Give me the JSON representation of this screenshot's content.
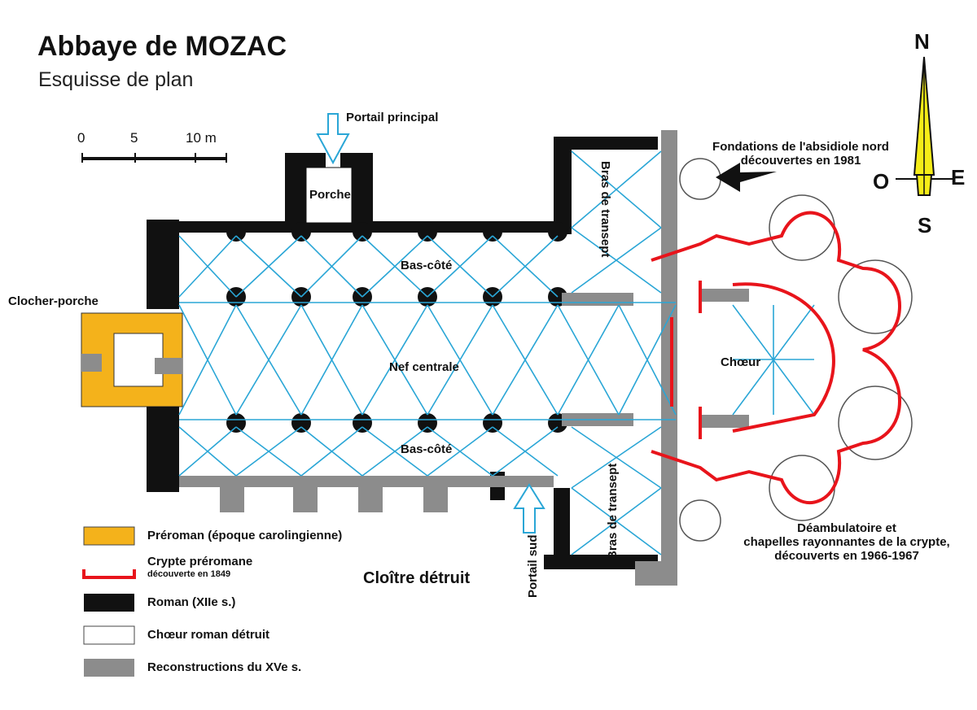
{
  "title": "Abbaye de MOZAC",
  "subtitle": "Esquisse de plan",
  "scale_bar": {
    "ticks": [
      "0",
      "5",
      "10 m"
    ]
  },
  "compass": {
    "north": "N",
    "south": "S",
    "east": "E",
    "west": "O"
  },
  "labels": {
    "portail_principal": "Portail principal",
    "porche": "Porche",
    "bas_cote_nord": "Bas-côté",
    "bas_cote_sud": "Bas-côté",
    "nef": "Nef centrale",
    "clocher": "Clocher-porche",
    "bras_transept_nord": "Bras de transept",
    "bras_transept_sud": "Bras de transept",
    "choeur": "Chœur",
    "fondations_line1": "Fondations de l'absidiole nord",
    "fondations_line2": "découvertes en 1981",
    "deambulatoire_line1": "Déambulatoire et",
    "deambulatoire_line2": "chapelles rayonnantes de la crypte,",
    "deambulatoire_line3": "découverts en 1966-1967",
    "portail_sud": "Portail sud",
    "cloitre": "Cloître détruit"
  },
  "legend": [
    {
      "swatch": "#f4b21b",
      "label": "Préroman (époque carolingienne)"
    },
    {
      "swatch": "#e8141b",
      "label": "Crypte préromane",
      "sublabel": "découverte en 1849"
    },
    {
      "swatch": "#111111",
      "label": "Roman (XIIe s.)"
    },
    {
      "swatch": "#ffffff",
      "label": "Chœur roman détruit"
    },
    {
      "swatch": "#8c8c8c",
      "label": "Reconstructions du XVe s."
    }
  ],
  "colors": {
    "preroman": "#f4b21b",
    "crypte": "#e8141b",
    "roman": "#111111",
    "reconstruction": "#8c8c8c",
    "vaults": "#2aa6d6",
    "compass_fill": "#f5ec18"
  }
}
